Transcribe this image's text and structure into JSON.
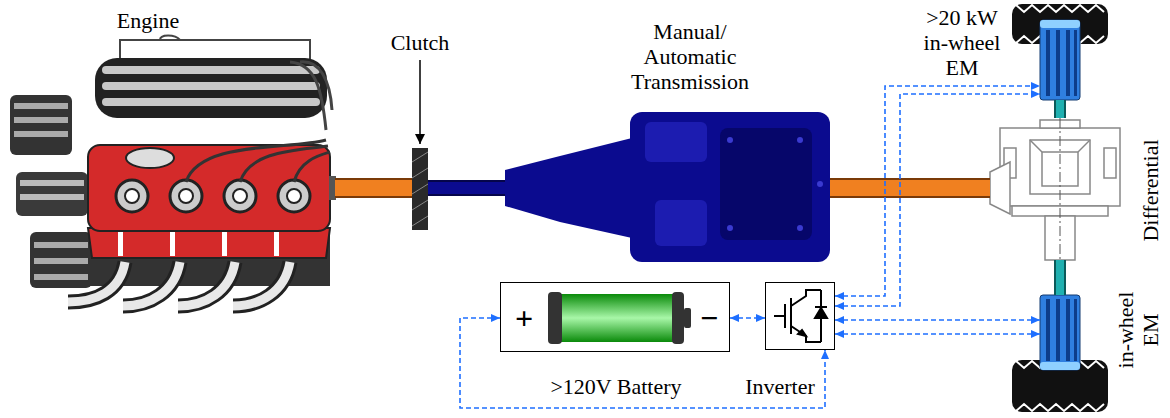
{
  "diagram": {
    "nodes": [
      {
        "text": [
          "Engine"
        ]
      },
      {
        "text": [
          "Clutch"
        ]
      },
      {
        "text": [
          "Manual/ Automatic Transmission"
        ]
      },
      {
        "text": [
          ">20 kW in-wheel EM"
        ]
      },
      {
        "text": [
          "Differential"
        ]
      },
      {
        "text": [
          "+",
          "−",
          ">120V Battery"
        ]
      },
      {
        "text": [
          "Inverter"
        ]
      },
      {
        "text": [
          "in-wheel EM"
        ]
      }
    ],
    "edges": [
      {
        "from": 0,
        "to": 1,
        "arrow": "none"
      },
      {
        "from": 1,
        "to": 2,
        "arrow": "none"
      },
      {
        "from": 2,
        "to": 4,
        "arrow": "none"
      },
      {
        "from": 4,
        "to": 3,
        "arrow": "none"
      },
      {
        "from": 4,
        "to": 7,
        "arrow": "none"
      },
      {
        "from": 5,
        "to": 6,
        "arrow": "both"
      },
      {
        "from": 6,
        "to": 3,
        "arrow": "both"
      },
      {
        "from": 6,
        "to": 3,
        "arrow": "both"
      },
      {
        "from": 6,
        "to": 7,
        "arrow": "both"
      },
      {
        "from": 6,
        "to": 7,
        "arrow": "both"
      },
      {
        "from": 5,
        "to": 6,
        "arrow": "both"
      }
    ]
  }
}
